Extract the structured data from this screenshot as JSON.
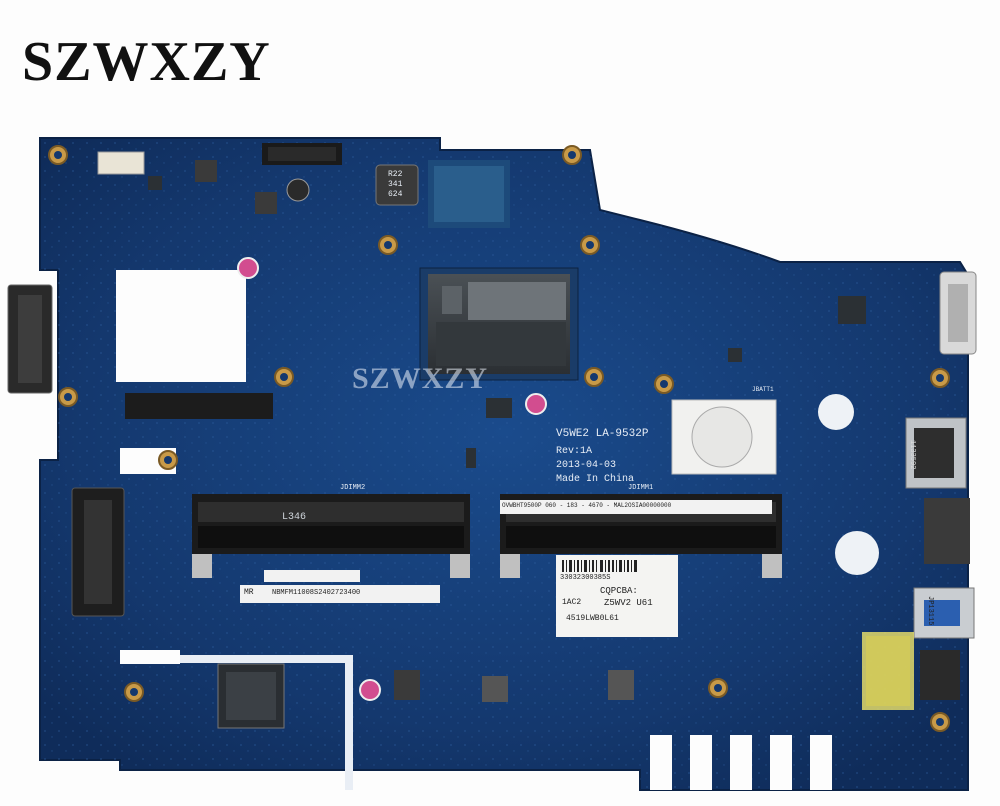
{
  "watermark": {
    "brand": "SZWXZY"
  },
  "board": {
    "model": "V5WE2 LA-9532P",
    "revision": "Rev:1A",
    "date": "2013-04-03",
    "origin": "Made In China",
    "ram_label": "L346",
    "dimm_left_label": "JDIMM2",
    "dimm_right_label": "JDIMM1",
    "mr_label": "MR",
    "serial_left": "NBMFM11008S2402723400",
    "serial_right": "OVWBHT9500P 060 - 183 - 4670 - MAL2OSIA00000000",
    "sticker": {
      "barcode_text": "33032300385S",
      "code1": "CQPCBA:",
      "code2": "1AC2",
      "code3": "Z5WV2 U61",
      "code4": "4519LWB0L61"
    },
    "cap1": "R22 341 624",
    "jbatt": "JBATT1",
    "usb_label1": "1133592",
    "usb_label2": "JP13115"
  },
  "colors": {
    "pcb": "#13386f",
    "pcb_dark": "#0e2a55",
    "silk": "#e8eef6",
    "gold": "#c9a250",
    "chip": "#2c3135"
  }
}
